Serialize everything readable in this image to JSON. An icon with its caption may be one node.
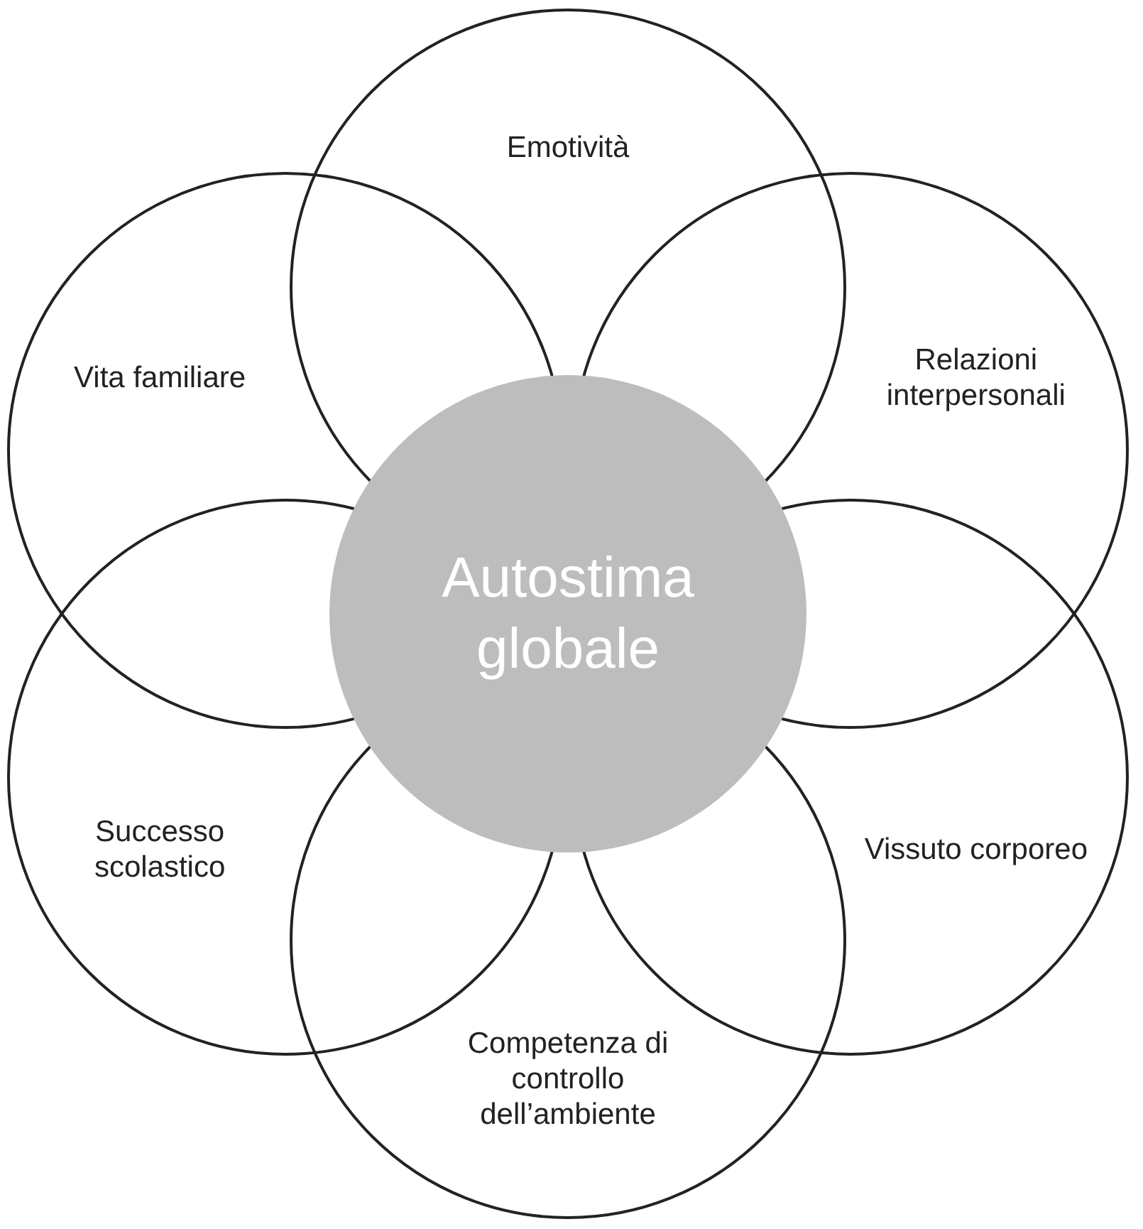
{
  "diagram": {
    "nodes": [
      {
        "text": [
          "Emotività"
        ]
      },
      {
        "text": [
          "Vita familiare"
        ]
      },
      {
        "text": [
          "Relazioni interpersonali"
        ]
      },
      {
        "text": [
          "Autostima globale"
        ]
      },
      {
        "text": [
          "Successo scolastico"
        ]
      },
      {
        "text": [
          "Vissuto corporeo"
        ]
      },
      {
        "text": [
          "Competenza di controllo dell’ambiente"
        ]
      }
    ]
  }
}
